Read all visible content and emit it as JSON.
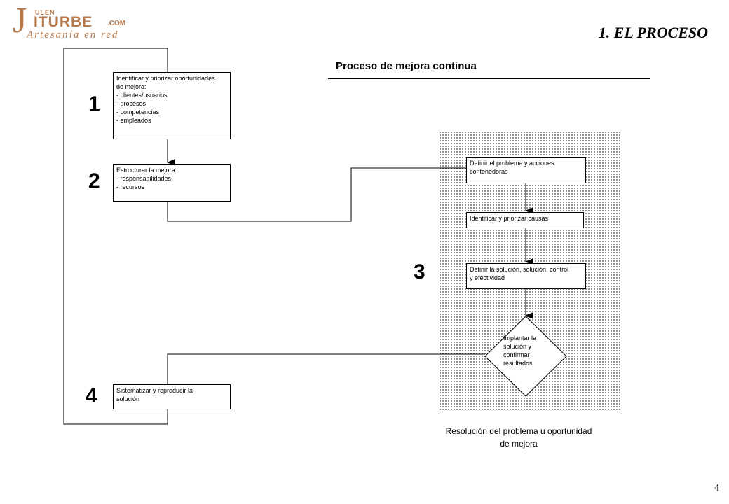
{
  "logo": {
    "initial": "J",
    "small": "ULEN",
    "main": "ITURBE",
    "domain": ".COM",
    "tagline": "Artesanía en red"
  },
  "page_title": "1. EL PROCESO",
  "diagram_title": "Proceso de mejora continua",
  "steps": {
    "n1": "1",
    "n2": "2",
    "n3": "3",
    "n4": "4"
  },
  "boxes": {
    "identify": [
      "Identificar y priorizar oportunidades",
      "de mejora:",
      "- clientes/usuarios",
      "- procesos",
      "- competencias",
      "- empleados"
    ],
    "structure": [
      "Estructurar la mejora:",
      "- responsabilidades",
      "- recursos"
    ],
    "define_problem": [
      "Definir el problema y acciones",
      "contenedoras"
    ],
    "causes": [
      "Identificar y priorizar causas"
    ],
    "solution": [
      "Definir la solución, solución, control",
      "y efectividad"
    ],
    "implement": [
      "Implantar la",
      "solución y",
      "confirmar",
      "resultados"
    ],
    "systematize": [
      "Sistematizar y reproducir la",
      "solución"
    ]
  },
  "caption": [
    "Resolución del problema u oportunidad",
    "de mejora"
  ],
  "page_number": "4"
}
